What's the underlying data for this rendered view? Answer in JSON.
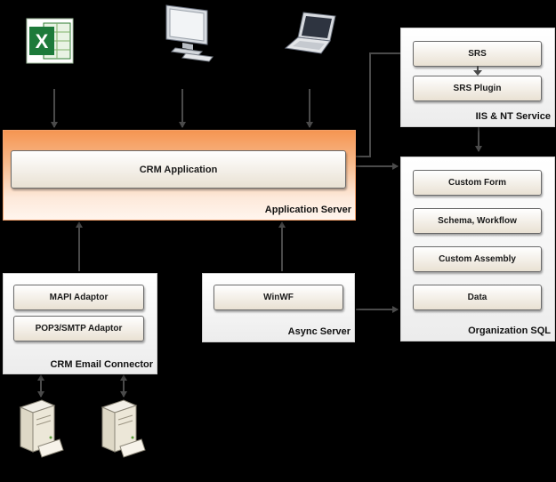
{
  "nodes": {
    "crm_application": "CRM Application",
    "application_server": "Application Server",
    "srs": "SRS",
    "srs_plugin": "SRS Plugin",
    "iis_nt_service": "IIS & NT Service",
    "custom_form": "Custom Form",
    "schema_workflow": "Schema, Workflow",
    "custom_assembly": "Custom Assembly",
    "data": "Data",
    "organization_sql": "Organization SQL",
    "mapi_adaptor": "MAPI Adaptor",
    "pop3_smtp_adaptor": "POP3/SMTP Adaptor",
    "crm_email_connector": "CRM Email Connector",
    "winwf": "WinWF",
    "async_server": "Async Server"
  },
  "icons": [
    "excel-icon",
    "desktop-computer-icon",
    "laptop-icon",
    "server-icon",
    "server-icon"
  ],
  "colors": {
    "background": "#000000",
    "application_server": "#f59552",
    "arrow": "#4a4a4a"
  }
}
